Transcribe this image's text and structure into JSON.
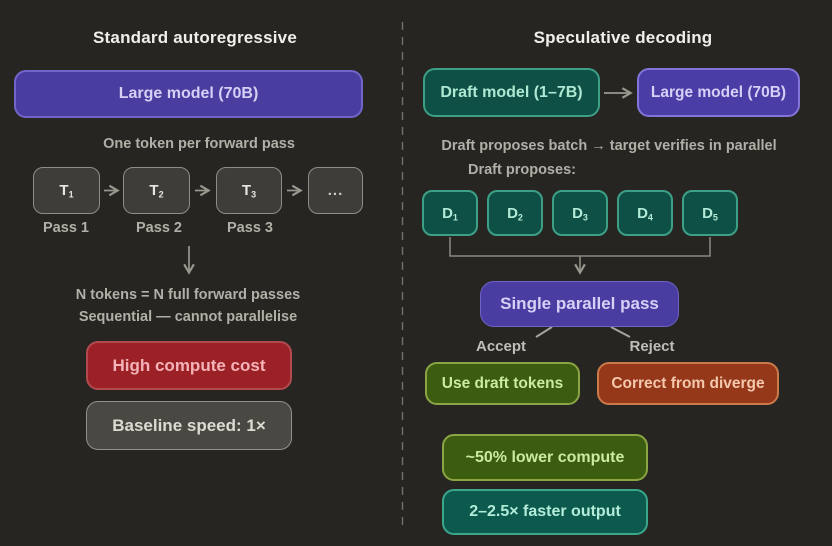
{
  "palette": {
    "background": "#262522",
    "purple": "#493da0",
    "purple_border": "#7165c9",
    "purple_text": "#d6d0f6",
    "teal": "#0e5045",
    "teal_border": "#3c9f86",
    "teal_text": "#afe8d3",
    "red": "#9c2127",
    "red_text": "#f3b3b8",
    "green": "#3c5c10",
    "green_border": "#8ba545",
    "green_text": "#c9ec9f",
    "rust": "#953719",
    "rust_border": "#cb7a4a",
    "rust_text": "#f5c8ae",
    "gray_box": "#494843",
    "token_box": "#3e3d39",
    "muted_text": "#b2afa7",
    "title_text": "#f1efe9",
    "line": "#9a988e"
  },
  "left": {
    "title": "Standard autoregressive",
    "model_box": "Large model (70B)",
    "caption": "One token per forward pass",
    "tokens": [
      {
        "base": "T",
        "sub": "1"
      },
      {
        "base": "T",
        "sub": "2"
      },
      {
        "base": "T",
        "sub": "3"
      }
    ],
    "ellipsis": "...",
    "pass_labels": [
      "Pass 1",
      "Pass 2",
      "Pass 3"
    ],
    "note_line1": "N tokens = N full forward passes",
    "note_line2": "Sequential — cannot parallelise",
    "cost_box": "High compute cost",
    "baseline_box": "Baseline speed: 1×"
  },
  "right": {
    "title": "Speculative decoding",
    "draft_box": "Draft model (1–7B)",
    "target_box": "Large model (70B)",
    "caption": "Draft proposes batch → target verifies in parallel",
    "proposes_label": "Draft proposes:",
    "drafts": [
      {
        "base": "D",
        "sub": "1"
      },
      {
        "base": "D",
        "sub": "2"
      },
      {
        "base": "D",
        "sub": "3"
      },
      {
        "base": "D",
        "sub": "4"
      },
      {
        "base": "D",
        "sub": "5"
      }
    ],
    "parallel_box": "Single parallel pass",
    "accept_label": "Accept",
    "reject_label": "Reject",
    "accept_box": "Use draft tokens",
    "reject_box": "Correct from diverge",
    "compute_box": "~50% lower compute",
    "speed_box": "2–2.5× faster output"
  }
}
